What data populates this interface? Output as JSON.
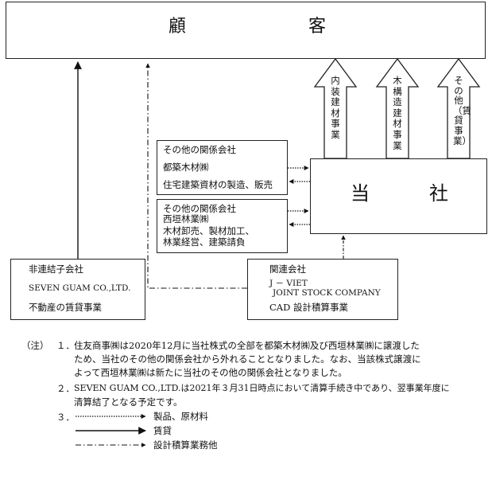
{
  "customer": {
    "char1": "顧",
    "char2": "客"
  },
  "company": {
    "char1": "当",
    "char2": "社"
  },
  "arrows_up": [
    {
      "label": "内装建材事業"
    },
    {
      "label": "木構造建材事業"
    },
    {
      "label": "その他（賃貸事業）"
    }
  ],
  "other_rel1": {
    "title": "その他の関係会社",
    "name": "都築木材㈱",
    "business": "住宅建築資材の製造、販売"
  },
  "other_rel2": {
    "title": "その他の関係会社",
    "name": "西垣林業㈱",
    "business_line1": "木材卸売、製材加工、",
    "business_line2": "林業経営、建築請負"
  },
  "unconsolidated": {
    "title": "非連結子会社",
    "name": "SEVEN GUAM CO.,LTD.",
    "business": "不動産の賃貸事業"
  },
  "related": {
    "title": "関連会社",
    "name_line1": "J － VIET",
    "name_line2": "JOINT STOCK COMPANY",
    "business": "CAD 設計積算事業"
  },
  "notes": {
    "prefix": "（注）",
    "n1_num": "１．",
    "n1_line1": "住友商事㈱は2020年12月に当社株式の全部を都築木材㈱及び西垣林業㈱に譲渡した",
    "n1_line2": "ため、当社のその他の関係会社から外れることとなりました。なお、当該株式譲渡に",
    "n1_line3": "よって西垣林業㈱は新たに当社のその他の関係会社となりました。",
    "n2_num": "２．",
    "n2_line1": "SEVEN GUAM CO.,LTD.は2021年３月31日時点において清算手続き中であり、翌事業年度に",
    "n2_line2": "清算結了となる予定です。",
    "n3_num": "３．",
    "legend_products": "製品、原材料",
    "legend_lease": "賃貸",
    "legend_design": "設計積算業務他"
  }
}
